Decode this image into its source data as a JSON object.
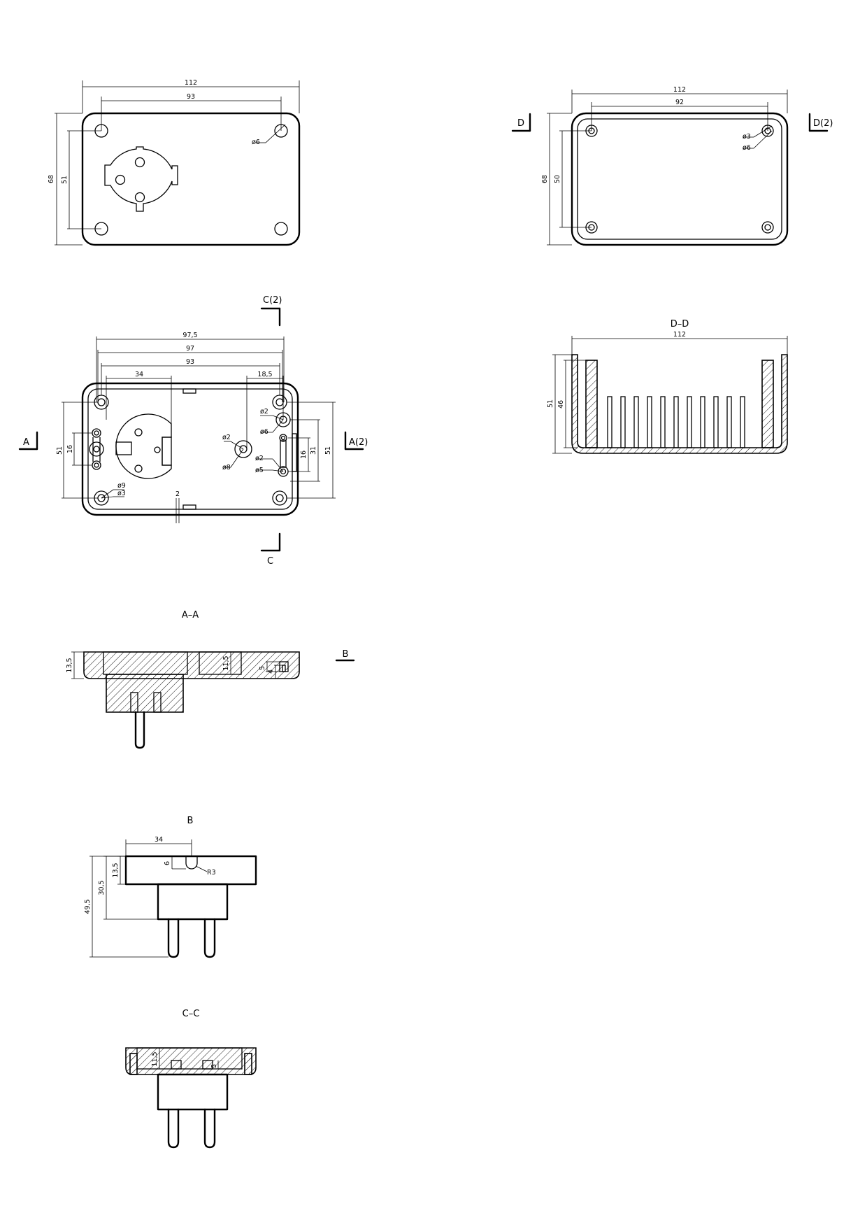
{
  "views": {
    "top": {
      "dims": {
        "w_outer": "112",
        "w_holes": "93",
        "h_outer": "68",
        "h_holes": "51",
        "hole_dia": "ø6"
      }
    },
    "bottom": {
      "dims": {
        "w_outer": "112",
        "w_holes": "92",
        "h_outer": "68",
        "h_holes": "50",
        "hole_dia_inner": "ø3",
        "hole_dia_outer": "ø6"
      },
      "section_mark": "D",
      "section_mark_2": "D(2)"
    },
    "inner": {
      "dims": {
        "w_975": "97,5",
        "w_97": "97",
        "w_93": "93",
        "w_34": "34",
        "w_185": "18,5",
        "h_51_left": "51",
        "h_16_left": "16",
        "h_16_right": "16",
        "h_31_right": "31",
        "h_51_right": "51",
        "d9": "ø9",
        "d3": "ø3",
        "d2_center": "ø2",
        "d8": "ø8",
        "d2_right_top": "ø2",
        "d6_right": "ø6",
        "d2_right_mid": "ø2",
        "d5": "ø5",
        "wall": "2"
      },
      "section_mark_a": "A",
      "section_mark_a2": "A(2)",
      "section_mark_c": "C",
      "section_mark_c2": "C(2)"
    },
    "section_dd": {
      "title": "D–D",
      "dims": {
        "w": "112",
        "h51": "51",
        "h46": "46"
      }
    },
    "section_aa": {
      "title": "A–A",
      "dims": {
        "h135": "13,5",
        "h115": "11,5",
        "d5": "5",
        "d4": "4"
      },
      "mark_b": "B"
    },
    "view_b": {
      "title": "B",
      "dims": {
        "w34": "34",
        "d6": "6",
        "r3": "R3",
        "h135": "13,5",
        "h305": "30,5",
        "h495": "49,5"
      }
    },
    "section_cc": {
      "title": "C–C",
      "dims": {
        "h115": "11,5",
        "d5": "5"
      }
    }
  }
}
